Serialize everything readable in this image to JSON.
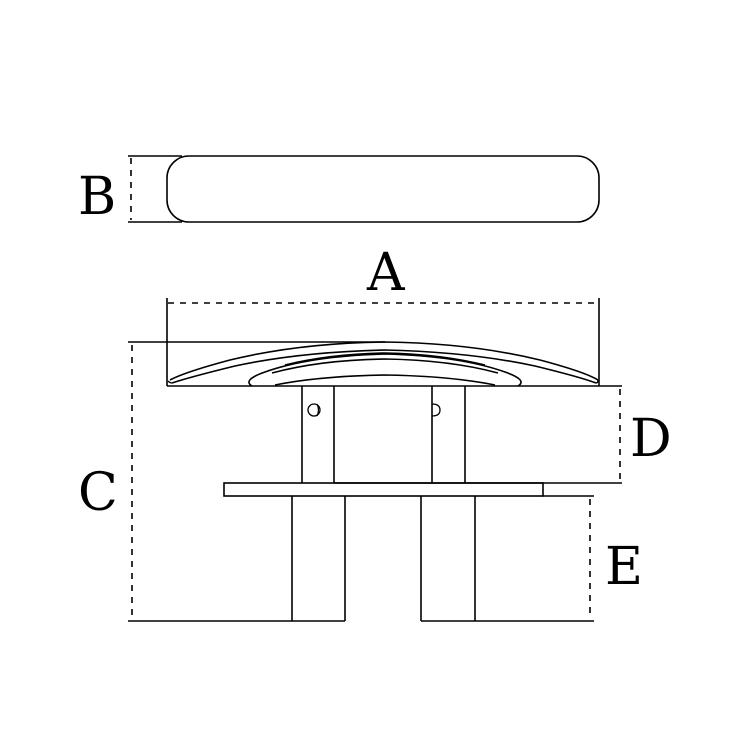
{
  "diagram": {
    "type": "dimension-drawing",
    "subject": "pull-up cleat",
    "colors": {
      "line": "#000000",
      "background": "#ffffff"
    },
    "views": [
      {
        "name": "top-view",
        "description": "rounded rectangle outline of cleat from above"
      },
      {
        "name": "side-view",
        "description": "curved cleat top, two shafts, mounting flange and base posts"
      }
    ],
    "dimensions": {
      "A": {
        "label": "A",
        "meaning": "overall length"
      },
      "B": {
        "label": "B",
        "meaning": "width"
      },
      "C": {
        "label": "C",
        "meaning": "total height"
      },
      "D": {
        "label": "D",
        "meaning": "raised height above flange"
      },
      "E": {
        "label": "E",
        "meaning": "depth below flange"
      }
    }
  }
}
